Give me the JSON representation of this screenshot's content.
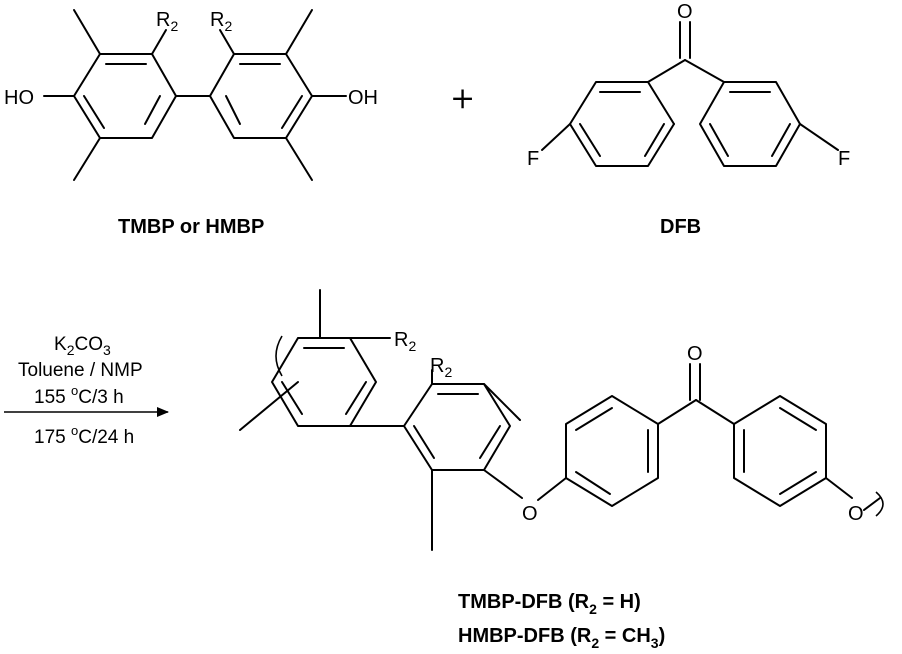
{
  "reactant1": {
    "label": "TMBP or HMBP",
    "group_r2": "R",
    "group_r2_sub": "2",
    "hydroxyl": "OH",
    "hydroxyl_left": "HO"
  },
  "plus_sign": "+",
  "reactant2": {
    "label": "DFB",
    "oxygen": "O",
    "fluorine": "F"
  },
  "conditions": {
    "base_main": "K",
    "base_sub1": "2",
    "base_mid": "CO",
    "base_sub2": "3",
    "solvent": "Toluene / NMP",
    "step1_temp": "155 ",
    "step1_sup": "o",
    "step1_rest": "C/3 h",
    "step2_temp": "175 ",
    "step2_sup": "o",
    "step2_rest": "C/24 h"
  },
  "product": {
    "group_r2": "R",
    "group_r2_sub": "2",
    "oxygen": "O",
    "line1_a": "TMBP-DFB (R",
    "line1_sub": "2",
    "line1_b": " = H)",
    "line2_a": "HMBP-DFB (R",
    "line2_sub": "2",
    "line2_b": " = CH",
    "line2_sub2": "3",
    "line2_c": ")"
  },
  "colors": {
    "ink": "#000000",
    "background": "#ffffff"
  }
}
